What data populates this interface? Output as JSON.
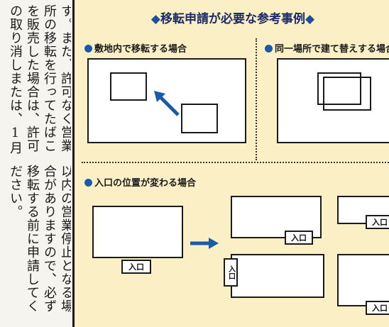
{
  "left_text": {
    "columns": [
      "す。また、許可なく営業",
      "所の移転を行ってたばこ",
      "を販売した場合は、許可",
      "の取り消しまたは、1月",
      "以内の営業停止となる場",
      "合がありますので、必ず",
      "移転する前に申請してく",
      "ださい。"
    ]
  },
  "panel": {
    "title_mark": "◆",
    "title_text": "移転申請が必要な参考事例",
    "section1": "敷地内で移転する場合",
    "section2": "同一場所で建て替えする場合",
    "section3": "入口の位置が変わる場合",
    "entrance_label": "入口",
    "colors": {
      "accent_blue": "#1b5aa6",
      "panel_bg": "#fbefc5"
    }
  }
}
